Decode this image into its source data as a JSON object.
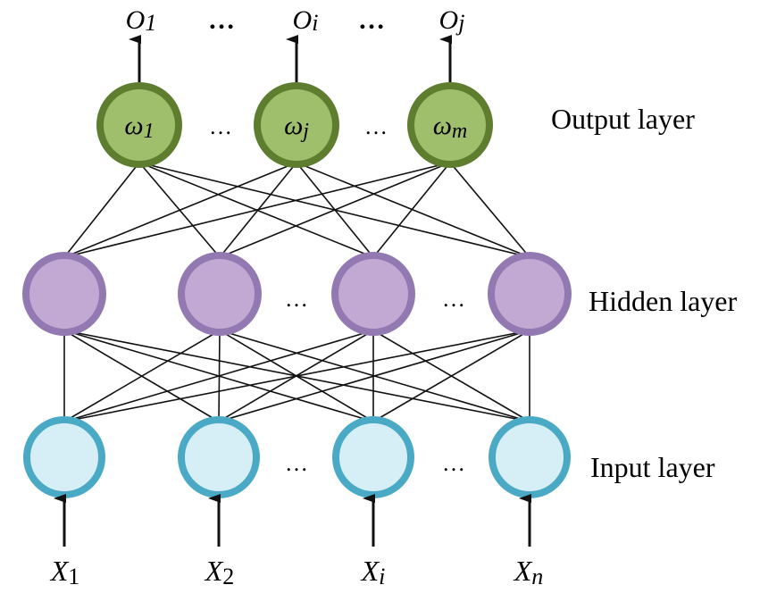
{
  "layers": {
    "output": {
      "label": "Output layer",
      "fill": "#9fbf6c",
      "stroke": "#5e7d2e",
      "nodes": [
        {
          "sym": "ω",
          "sub": "1"
        },
        {
          "sym": "ω",
          "sub": "j"
        },
        {
          "sym": "ω",
          "sub": "m"
        }
      ],
      "ellipsis": [
        "…",
        "…"
      ]
    },
    "hidden": {
      "label": "Hidden layer",
      "fill": "#c1a9d3",
      "stroke": "#9379b1",
      "count": 4,
      "ellipsis": [
        "…",
        "…"
      ]
    },
    "input": {
      "label": "Input layer",
      "fill": "#d6eef6",
      "stroke": "#4aaac6",
      "count": 4,
      "ellipsis": [
        "…",
        "…"
      ]
    }
  },
  "outputs": {
    "symbols": [
      {
        "sym": "O",
        "sub": "1"
      },
      {
        "sym": "O",
        "sub": "i"
      },
      {
        "sym": "O",
        "sub": "j"
      }
    ],
    "ellipsis": [
      "…",
      "…"
    ]
  },
  "inputs": {
    "symbols": [
      {
        "sym": "X",
        "sub": "1"
      },
      {
        "sym": "X",
        "sub": "2"
      },
      {
        "sym": "X",
        "sub": "i"
      },
      {
        "sym": "X",
        "sub": "n"
      }
    ]
  },
  "colors": {
    "connection": "#111111",
    "arrow": "#111111",
    "text": "#111111"
  }
}
